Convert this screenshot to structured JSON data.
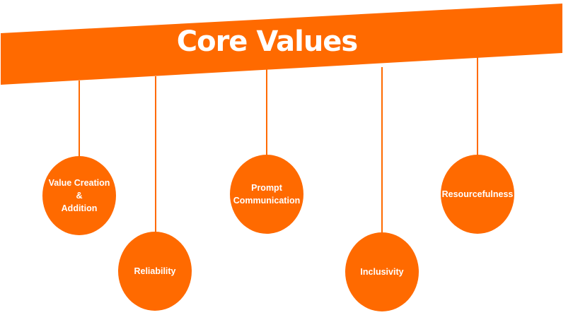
{
  "title": "Core Values",
  "color": "#FF6A00",
  "values": [
    {
      "lines": [
        "Value Creation",
        "&",
        "Addition"
      ]
    },
    {
      "lines": [
        "Reliability"
      ]
    },
    {
      "lines": [
        "Prompt",
        "Communication"
      ]
    },
    {
      "lines": [
        "Inclusivity"
      ]
    },
    {
      "lines": [
        "Resourcefulness"
      ]
    }
  ]
}
